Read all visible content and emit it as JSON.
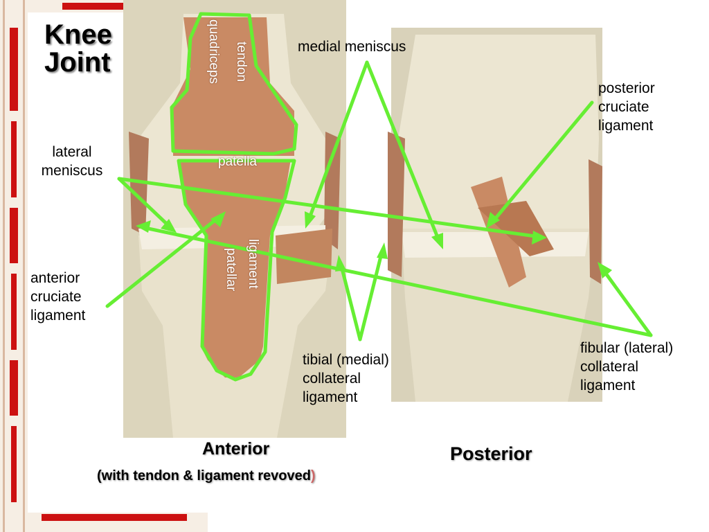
{
  "title": {
    "line1": "Knee",
    "line2": "Joint"
  },
  "labels": {
    "medial_meniscus": "medial meniscus",
    "posterior_cruciate": [
      "posterior",
      "cruciate",
      "ligament"
    ],
    "lateral_meniscus": [
      "lateral",
      "meniscus"
    ],
    "anterior_cruciate": [
      "anterior",
      "cruciate",
      "ligament"
    ],
    "tibial_collateral": [
      "tibial (medial)",
      "collateral",
      "ligament"
    ],
    "fibular_collateral": [
      "fibular (lateral)",
      "collateral",
      "ligament"
    ]
  },
  "on_image_labels": {
    "quadriceps": "quadriceps",
    "tendon": "tendon",
    "patella": "patella",
    "patellar": "patellar",
    "ligament": "ligament"
  },
  "views": {
    "anterior": "Anterior",
    "anterior_note": "(with tendon & ligament revoved",
    "anterior_note_paren": ")",
    "posterior": "Posterior"
  },
  "colors": {
    "pointer": "#66ee33",
    "bone": "#e8e2cc",
    "tendon": "#c98a64",
    "border_red": "#cc1111"
  }
}
